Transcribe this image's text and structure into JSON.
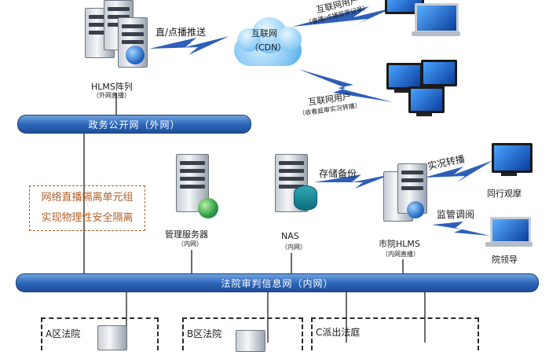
{
  "buses": {
    "external": "政务公开网（外网）",
    "internal": "法院审判信息网（内网）"
  },
  "cloud": {
    "line1": "互联网",
    "line2": "（CDN）"
  },
  "links": {
    "live_push": "直/点播推送",
    "storage_backup": "存储备份",
    "live_relay": "实况转播",
    "monitor_view": "监管调阅"
  },
  "internet_users_top": {
    "title": "互联网用户",
    "sub": "（查播/点播庭审记录）"
  },
  "internet_users_mid": {
    "title": "互联网用户",
    "sub": "（收看庭审实况转播）"
  },
  "hlms_array": {
    "title": "HLMS阵列",
    "sub": "（外网直播）"
  },
  "isolation": {
    "line1": "网络直播隔离单元组",
    "line2": "实现物理性安全隔离"
  },
  "mgmt_server": {
    "title": "管理服务器",
    "sub": "（内网）"
  },
  "nas": {
    "title": "NAS",
    "sub": "（内网）"
  },
  "city_hlms": {
    "title": "市院HLMS",
    "sub": "（内网直播）"
  },
  "peer_view": "同行观摩",
  "court_leader": "院领导",
  "districts": [
    "A区法院",
    "B区法院",
    "C派出法庭"
  ],
  "colors": {
    "bus": "#2b64b8",
    "isolation": "#b0602a",
    "bolt": "#2e5fb8"
  },
  "icons": [
    "server-icon",
    "globe-icon",
    "cloud-icon",
    "monitor-icon",
    "laptop-icon",
    "lightning-icon",
    "database-icon"
  ]
}
